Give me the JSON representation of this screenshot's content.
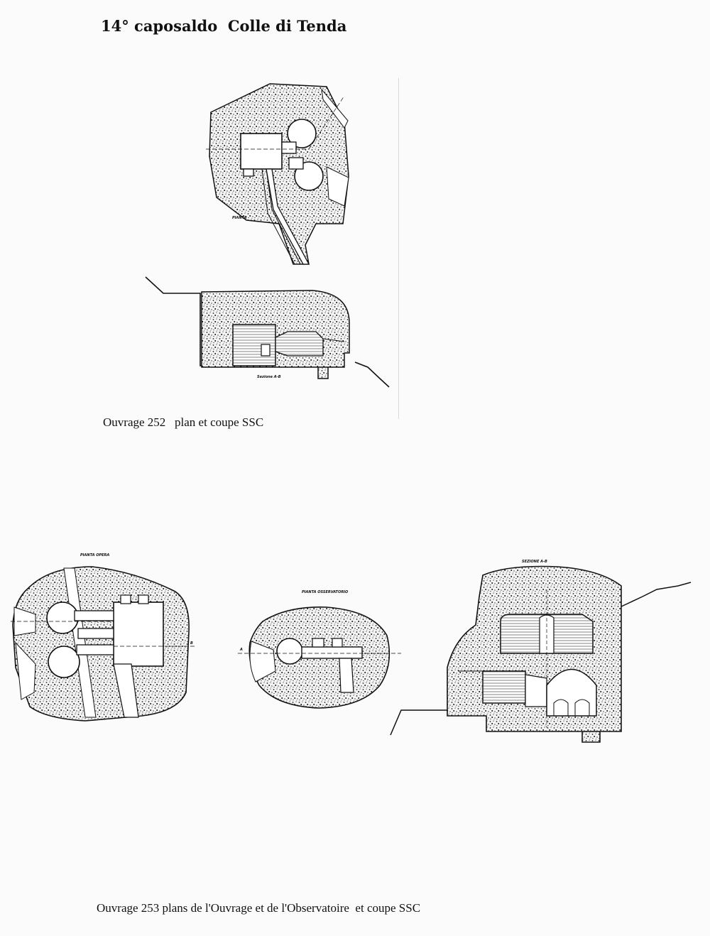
{
  "header": {
    "title": "14° caposaldo  Colle di Tenda"
  },
  "figure_252": {
    "caption": "Ouvrage 252   plan et coupe SSC",
    "plan_label": "PIANTA",
    "section_label": "Sezione A-B"
  },
  "figure_253": {
    "caption": "Ouvrage 253 plans de l'Ouvrage et de l'Observatoire  et coupe SSC",
    "plan_opera_label": "PIANTA OPERA",
    "plan_observatory_label": "PIANTA OSSERVATORIO",
    "section_label": "SEZIONE A-B",
    "marker_a": "A",
    "marker_b": "B"
  }
}
